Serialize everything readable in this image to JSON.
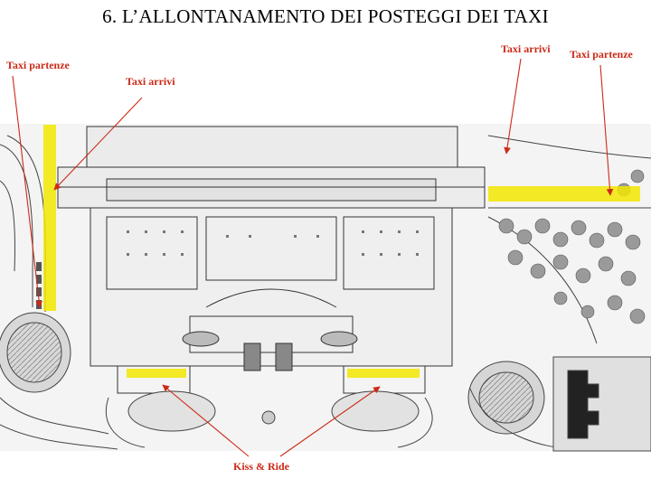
{
  "slide": {
    "title": "6.   L’ALLONTANAMENTO DEI POSTEGGI DEI TAXI"
  },
  "labels": {
    "taxi_partenze_left": "Taxi partenze",
    "taxi_arrivi_left": "Taxi arrivi",
    "taxi_arrivi_right": "Taxi arrivi",
    "taxi_partenze_right": "Taxi partenze",
    "kiss_ride": "Kiss & Ride"
  },
  "colors": {
    "annotation": "#cc2a18",
    "highlight": "#f2e600",
    "plan_ink": "#3a3a3a"
  }
}
